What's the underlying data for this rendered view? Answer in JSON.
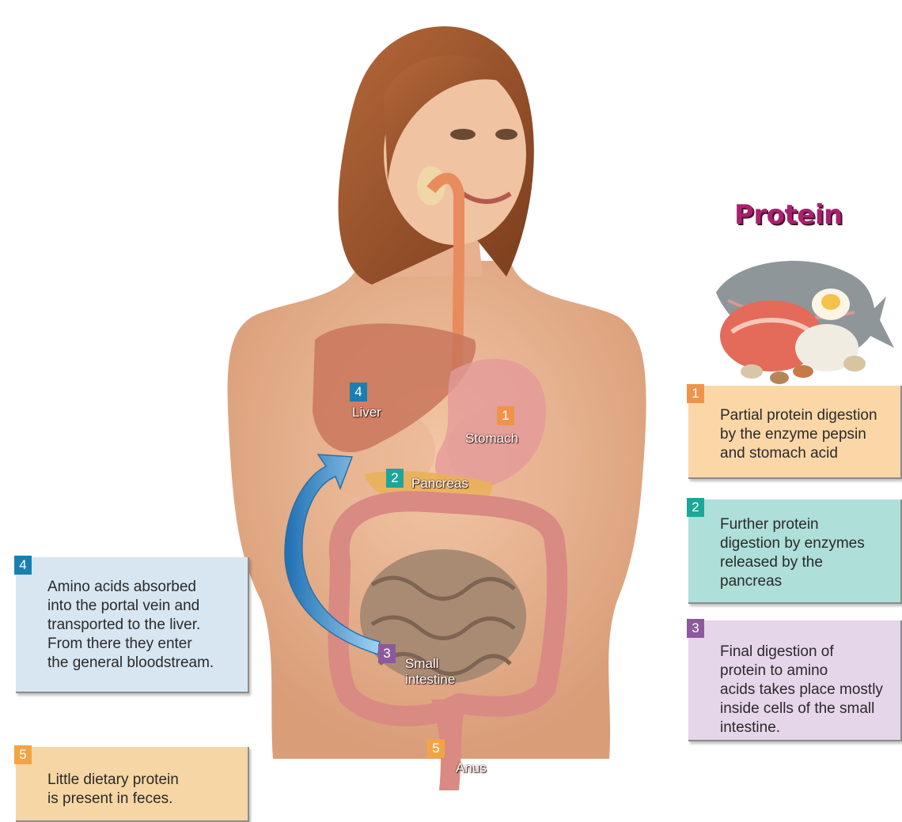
{
  "title": "Protein",
  "colors": {
    "stomach": "#f0934a",
    "stomach_box": "#fbd7a8",
    "pancreas": "#1fa59a",
    "pancreas_box": "#aedfd8",
    "small_intestine": "#8b5a9c",
    "small_intestine_box": "#e6d6ea",
    "liver": "#1a7fb0",
    "liver_box": "#d8e6f1",
    "anus": "#f2a445",
    "anus_box": "#f6d6a4"
  },
  "steps": [
    {
      "number": "1",
      "organ": "Stomach",
      "text": "Partial protein digestion\nby the enzyme pepsin\nand stomach acid"
    },
    {
      "number": "2",
      "organ": "Pancreas",
      "text": "Further protein\ndigestion by enzymes\nreleased by the\npancreas"
    },
    {
      "number": "3",
      "organ": "Small\nintestine",
      "text": "Final digestion of\nprotein to amino\nacids takes place mostly\ninside cells of the small\nintestine."
    },
    {
      "number": "4",
      "organ": "Liver",
      "text": "Amino acids absorbed\ninto the portal vein and\ntransported to the liver.\nFrom there they enter\nthe general bloodstream."
    },
    {
      "number": "5",
      "organ": "Anus",
      "text": "Little dietary protein\nis present in feces."
    }
  ],
  "icons": [
    "food-illustration",
    "flow-arrow"
  ]
}
